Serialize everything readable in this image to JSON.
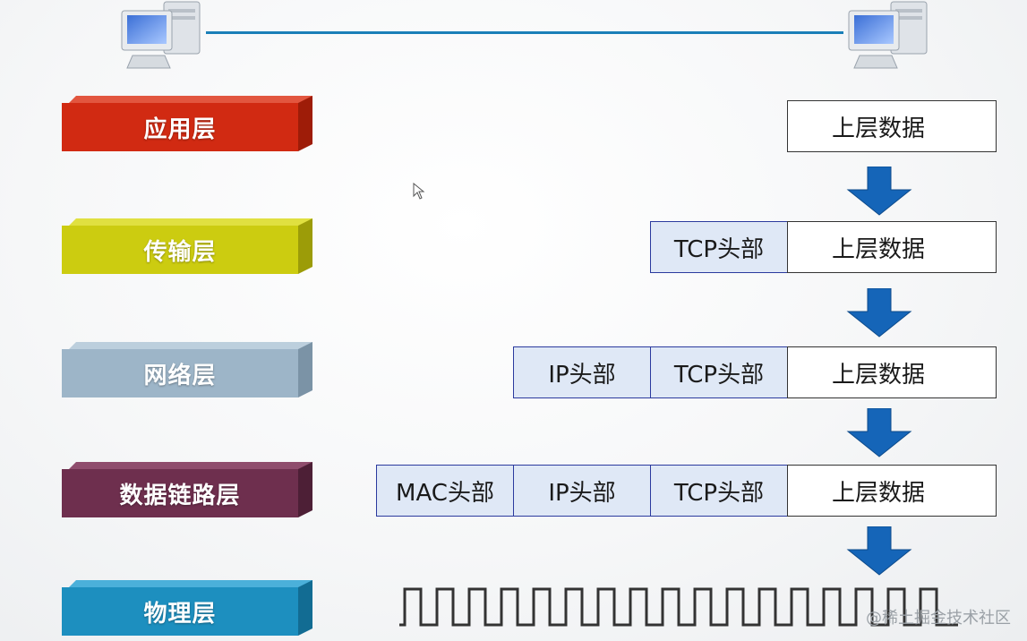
{
  "layers": [
    {
      "label": "应用层"
    },
    {
      "label": "传输层"
    },
    {
      "label": "网络层"
    },
    {
      "label": "数据链路层"
    },
    {
      "label": "物理层"
    }
  ],
  "packets": {
    "data_label": "上层数据",
    "tcp_header": "TCP头部",
    "ip_header": "IP头部",
    "mac_header": "MAC头部"
  },
  "watermark": "@稀土掘金技术社区",
  "colors": {
    "application": "#d12a12",
    "transport": "#cccc10",
    "network": "#9db5c8",
    "datalink": "#6e2f4e",
    "physical": "#1d8fbf",
    "arrow": "#1565b8",
    "link_line": "#1a7fb8"
  },
  "icons": [
    "computer-icon",
    "down-arrow-icon",
    "square-wave-icon",
    "cursor-icon"
  ]
}
